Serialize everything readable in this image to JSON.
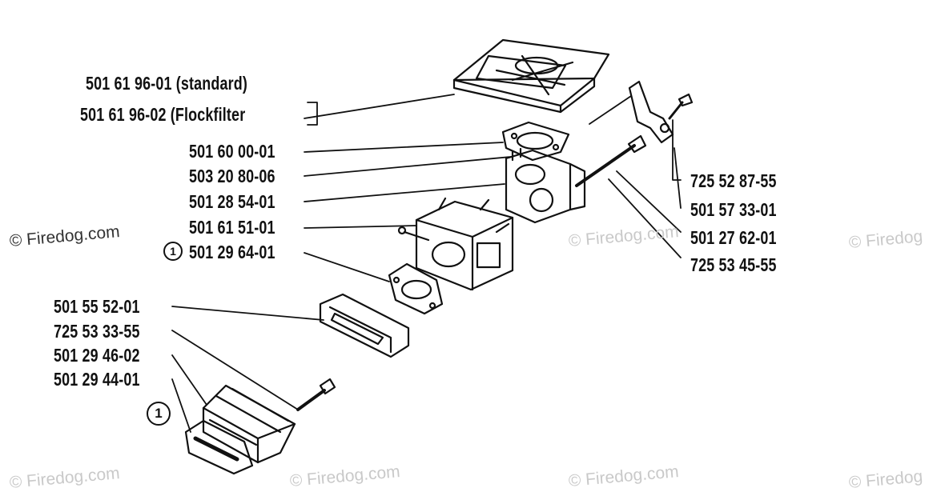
{
  "watermarks": {
    "main": "© Firedog.com",
    "faint": "© Firedog.com",
    "partial": "© Firedog"
  },
  "callout": {
    "marker": "1"
  },
  "parts_left": {
    "air_filter_standard": "501 61 96-01 (standard)",
    "air_filter_flock": "501 61 96-02 (Flockfilter",
    "gasket_top": "501 60 00-01",
    "carb_part": "503 20 80-06",
    "carb_body": "501 28 54-01",
    "carb_fitting": "501 61 51-01",
    "carb_gasket_marked": "501 29 64-01",
    "intake_gasket": "501 55 52-01",
    "screw_lower": "725 53 33-55",
    "spacer_block": "501 29 46-02",
    "block_gasket": "501 29 44-01"
  },
  "parts_right": {
    "screw_top": "725 52 87-55",
    "bracket": "501 57 33-01",
    "rod": "501 27 62-01",
    "nut": "725 53 45-55"
  }
}
